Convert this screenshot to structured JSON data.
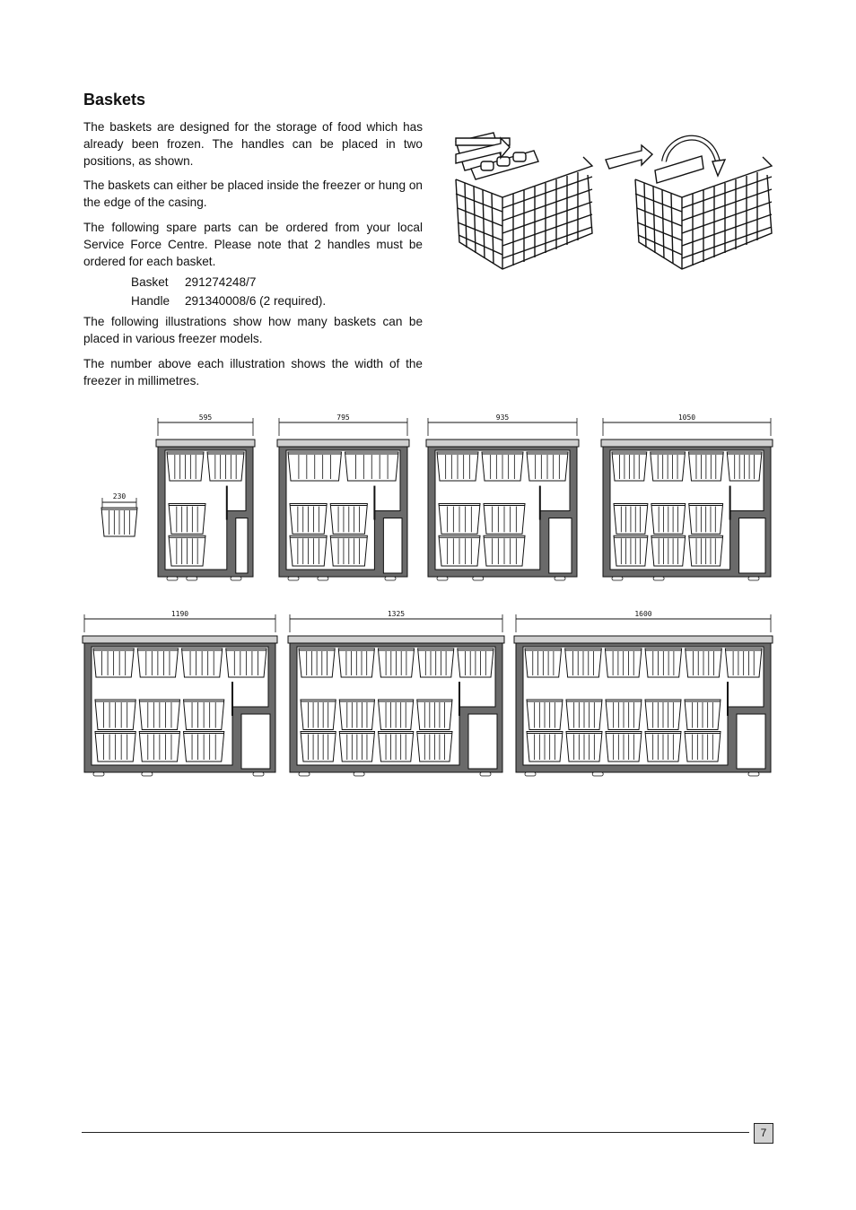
{
  "section": {
    "title": "Baskets",
    "paragraphs": [
      "The baskets are designed for the storage of food which has already been frozen. The handles can be placed in two positions, as shown.",
      "The baskets can either be placed inside the freezer or hung on the edge of the casing.",
      "The following spare parts can be ordered from your local Service Force Centre. Please note that 2 handles must be ordered for each basket.",
      "The following illustrations show how many baskets can be placed in various freezer models.",
      "The number above each illustration shows the width of the freezer in millimetres."
    ],
    "parts": [
      {
        "name": "Basket",
        "code": "291274248/7"
      },
      {
        "name": "Handle",
        "code": "291340008/6 (2 required)."
      }
    ]
  },
  "freezer_diagrams": {
    "single_basket_width": "230",
    "models": [
      {
        "width_label": "595",
        "top_baskets": 2,
        "lower_columns": 1
      },
      {
        "width_label": "795",
        "top_baskets": 2,
        "lower_columns": 2
      },
      {
        "width_label": "935",
        "top_baskets": 3,
        "lower_columns": 2
      },
      {
        "width_label": "1050",
        "top_baskets": 4,
        "lower_columns": 3
      },
      {
        "width_label": "1190",
        "top_baskets": 4,
        "lower_columns": 3
      },
      {
        "width_label": "1325",
        "top_baskets": 5,
        "lower_columns": 4
      },
      {
        "width_label": "1600",
        "top_baskets": 6,
        "lower_columns": 5
      }
    ]
  },
  "footer": {
    "page_number": "7"
  }
}
